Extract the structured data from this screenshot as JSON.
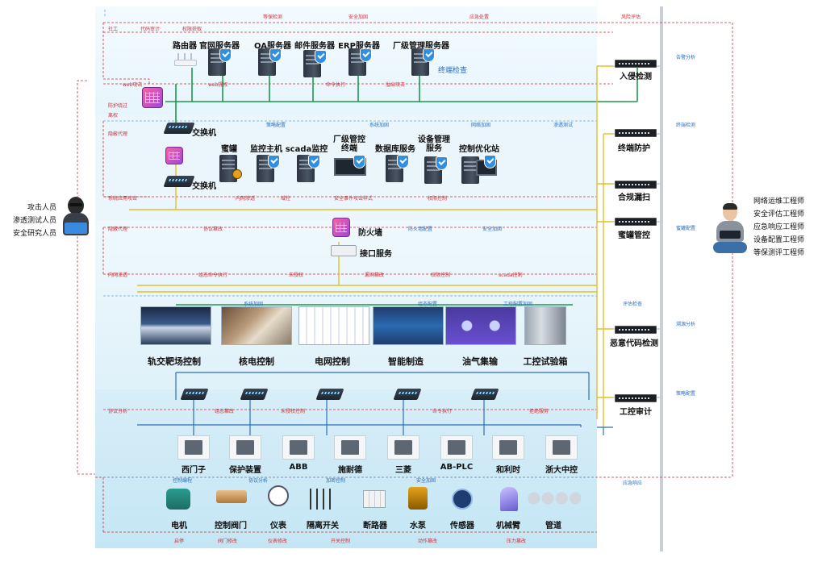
{
  "top_tags": [
    "等保检测",
    "安全加固",
    "应急处置",
    "风险评估"
  ],
  "corner_tags": [
    "社工",
    "代码审计",
    "权限获取"
  ],
  "servers": [
    {
      "label": "路由器"
    },
    {
      "label": "官网服务器"
    },
    {
      "label": "OA服务器"
    },
    {
      "label": "邮件服务器"
    },
    {
      "label": "ERP服务器"
    },
    {
      "label": "厂级管理服务器"
    }
  ],
  "terminal_check": "终端检查",
  "row1_attack_tags": [
    "web攻击",
    "web提权",
    "命令执行",
    "溢出攻击"
  ],
  "side_tags_left": [
    "防护绕过",
    "离权",
    "隐蔽代理",
    "系统应用攻击"
  ],
  "switch_label": "交换机",
  "middle_blue_tags": [
    "策略配置",
    "系统加固",
    "网络加固",
    "渗透测试"
  ],
  "hosts": [
    {
      "label": "蜜罐"
    },
    {
      "label": "监控主机"
    },
    {
      "label": "scada监控"
    },
    {
      "label": "厂级管控\n终端"
    },
    {
      "label": "数据库服务"
    },
    {
      "label": "设备管理\n服务"
    },
    {
      "label": "控制优化站"
    }
  ],
  "row2_attack_tags": [
    "内网渗透",
    "域控",
    "安全事件攻击样式",
    "权限控制"
  ],
  "firewall_label": "防火墙",
  "firewall_tags": [
    "隐蔽代理",
    "协议篡改",
    "防火墙配置",
    "安全加固"
  ],
  "interface_label": "接口服务",
  "row3_attack_tags": [
    "内网渗透",
    "组态命令执行",
    "未授权",
    "漏洞篡改",
    "权限控制",
    "scada控制"
  ],
  "scene_blue_tags": [
    "系统加固",
    "组态配置",
    "工控配置加固"
  ],
  "scenes": [
    {
      "label": "轨交靶场控制"
    },
    {
      "label": "核电控制"
    },
    {
      "label": "电网控制"
    },
    {
      "label": "智能制造"
    },
    {
      "label": "油气集输"
    },
    {
      "label": "工控试验箱"
    }
  ],
  "row4_attack_tags": [
    "协议分析",
    "组态篡改",
    "未授权控制",
    "命令执行",
    "拒绝服务"
  ],
  "plcs": [
    {
      "label": "西门子"
    },
    {
      "label": "保护装置"
    },
    {
      "label": "ABB"
    },
    {
      "label": "施耐德"
    },
    {
      "label": "三菱"
    },
    {
      "label": "AB-PLC"
    },
    {
      "label": "和利时"
    },
    {
      "label": "浙大中控"
    }
  ],
  "field_blue_tags": [
    "控制编程",
    "协议分析",
    "加密控制",
    "安全加固"
  ],
  "field": [
    {
      "label": "电机"
    },
    {
      "label": "控制阀门"
    },
    {
      "label": "仪表"
    },
    {
      "label": "隔离开关"
    },
    {
      "label": "断路器"
    },
    {
      "label": "水泵"
    },
    {
      "label": "传感器"
    },
    {
      "label": "机械臂"
    },
    {
      "label": "管道"
    }
  ],
  "bottom_tags": [
    "启停",
    "阀门修改",
    "仪表修改",
    "开关控制",
    "动作篡改",
    "压力篡改"
  ],
  "right_devices": [
    {
      "label": "入侵检测"
    },
    {
      "label": "终端防护"
    },
    {
      "label": "合规漏扫"
    },
    {
      "label": "蜜罐管控"
    },
    {
      "label": "恶意代码检测"
    },
    {
      "label": "工控审计"
    }
  ],
  "right_tags": [
    "告警分析",
    "终端检测",
    "蜜罐配置",
    "评估检查",
    "溯源分析",
    "策略配置",
    "应急响应"
  ],
  "attackers": [
    "攻击人员",
    "渗透测试人员",
    "安全研究人员"
  ],
  "engineers": [
    "网络运维工程师",
    "安全评估工程师",
    "应急响应工程师",
    "设备配置工程师",
    "等保测评工程师"
  ]
}
